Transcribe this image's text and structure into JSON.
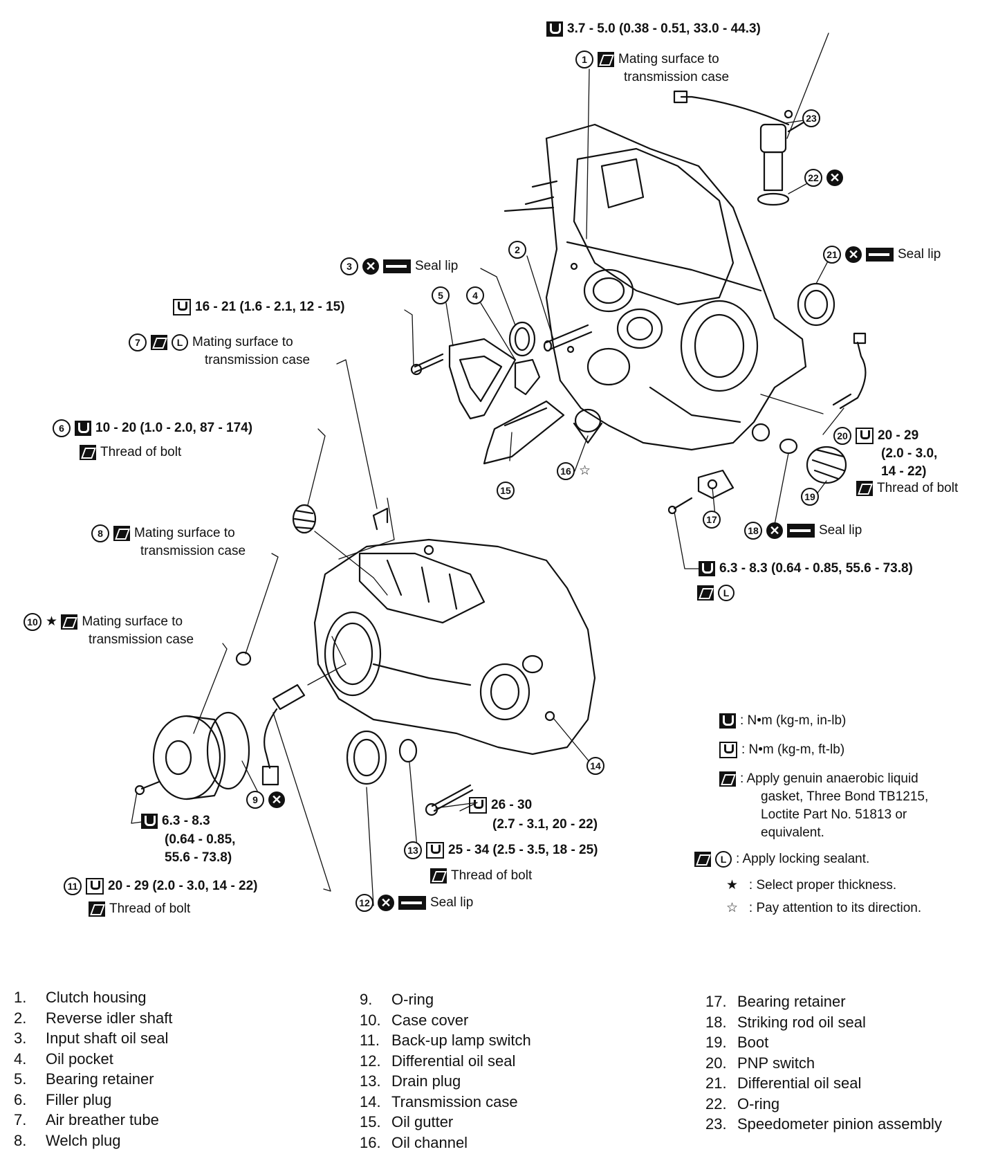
{
  "callouts": {
    "c23_torque": "3.7 - 5.0 (0.38 - 0.51, 33.0 - 44.3)",
    "c1_num": "1",
    "c1_text1": "Mating surface to",
    "c1_text2": "transmission case",
    "c22_num": "22",
    "c23_num": "23",
    "c3_num": "3",
    "c3_text": "Seal lip",
    "c21_num": "21",
    "c21_text": "Seal lip",
    "c2_num": "2",
    "c5_num": "5",
    "c4_num": "4",
    "bolt_16_21": "16 - 21 (1.6 - 2.1, 12 - 15)",
    "c7_num": "7",
    "c7_text1": "Mating surface to",
    "c7_text2": "transmission case",
    "c6_num": "6",
    "c6_torque": "10 - 20 (1.0 - 2.0, 87 - 174)",
    "c6_text": "Thread of bolt",
    "c20_num": "20",
    "c20_t1": "20 - 29",
    "c20_t2": "(2.0 - 3.0,",
    "c20_t3": "14 - 22)",
    "c20_text": "Thread of bolt",
    "c16_num": "16",
    "c15_num": "15",
    "c19_num": "19",
    "c17_num": "17",
    "c18_num": "18",
    "c18_text": "Seal lip",
    "c8_num": "8",
    "c8_text1": "Mating surface to",
    "c8_text2": "transmission case",
    "bolt_63_83_right": "6.3 - 8.3 (0.64 - 0.85, 55.6 - 73.8)",
    "c10_num": "10",
    "c10_text1": "Mating surface to",
    "c10_text2": "transmission case",
    "c14_num": "14",
    "c9_num": "9",
    "bolt_63_83_left1": "6.3 - 8.3",
    "bolt_63_83_left2": "(0.64 - 0.85,",
    "bolt_63_83_left3": "55.6 - 73.8)",
    "bolt_26_30_1": "26 - 30",
    "bolt_26_30_2": "(2.7 - 3.1, 20 - 22)",
    "c13_num": "13",
    "c13_torque": "25 - 34 (2.5 - 3.5, 18 - 25)",
    "c13_text": "Thread of bolt",
    "c11_num": "11",
    "c11_torque": "20 - 29 (2.0 - 3.0, 14 - 22)",
    "c11_text": "Thread of bolt",
    "c12_num": "12",
    "c12_text": "Seal lip"
  },
  "legend": {
    "nm_in": ": N•m (kg-m, in-lb)",
    "nm_ft": ": N•m (kg-m, ft-lb)",
    "gasket1": ": Apply genuin anaerobic liquid",
    "gasket2": "gasket, Three Bond TB1215,",
    "gasket3": "Loctite Part No. 51813 or",
    "gasket4": "equivalent.",
    "locking": ": Apply locking sealant.",
    "thickness": ": Select proper thickness.",
    "direction": ": Pay attention to its direction.",
    "star_filled": "★",
    "star_open": "☆"
  },
  "parts": [
    {
      "num": "1.",
      "name": "Clutch housing"
    },
    {
      "num": "2.",
      "name": "Reverse idler shaft"
    },
    {
      "num": "3.",
      "name": "Input shaft oil seal"
    },
    {
      "num": "4.",
      "name": "Oil pocket"
    },
    {
      "num": "5.",
      "name": "Bearing retainer"
    },
    {
      "num": "6.",
      "name": "Filler plug"
    },
    {
      "num": "7.",
      "name": "Air breather tube"
    },
    {
      "num": "8.",
      "name": "Welch plug"
    },
    {
      "num": "9.",
      "name": "O-ring"
    },
    {
      "num": "10.",
      "name": "Case cover"
    },
    {
      "num": "11.",
      "name": "Back-up lamp switch"
    },
    {
      "num": "12.",
      "name": "Differential oil seal"
    },
    {
      "num": "13.",
      "name": "Drain plug"
    },
    {
      "num": "14.",
      "name": "Transmission case"
    },
    {
      "num": "15.",
      "name": "Oil gutter"
    },
    {
      "num": "16.",
      "name": "Oil channel"
    },
    {
      "num": "17.",
      "name": "Bearing retainer"
    },
    {
      "num": "18.",
      "name": "Striking rod oil seal"
    },
    {
      "num": "19.",
      "name": "Boot"
    },
    {
      "num": "20.",
      "name": "PNP switch"
    },
    {
      "num": "21.",
      "name": "Differential oil seal"
    },
    {
      "num": "22.",
      "name": "O-ring"
    },
    {
      "num": "23.",
      "name": "Speedometer pinion assembly"
    }
  ]
}
